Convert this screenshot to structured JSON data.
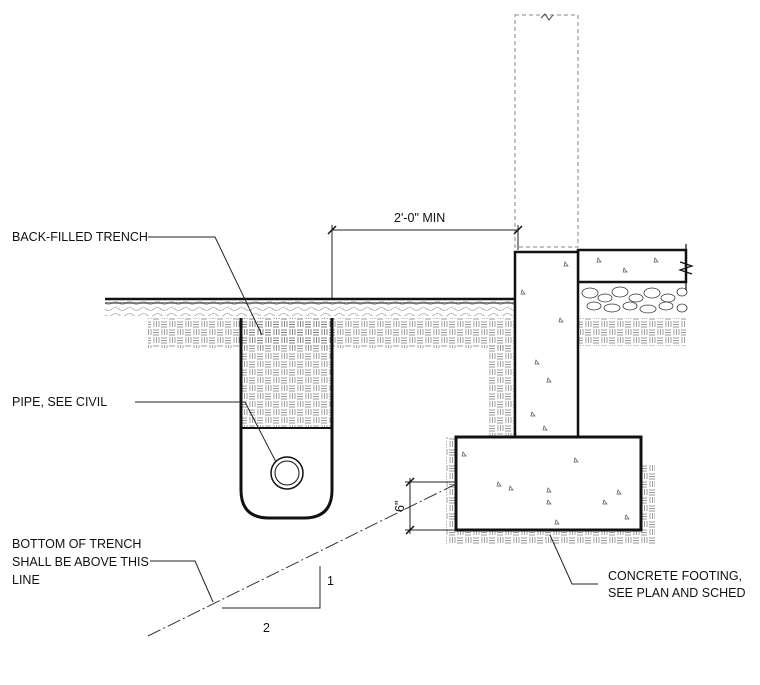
{
  "labels": {
    "back_filled_trench": "BACK-FILLED TRENCH",
    "pipe": "PIPE, SEE CIVIL",
    "bottom_line1": "BOTTOM OF TRENCH",
    "bottom_line2": "SHALL BE ABOVE THIS",
    "bottom_line3": "LINE",
    "footing_line1": "CONCRETE FOOTING,",
    "footing_line2": "SEE PLAN AND SCHED",
    "dim_min": "2'-0\" MIN",
    "dim_six": "6\"",
    "slope_rise": "1",
    "slope_run": "2"
  },
  "colors": {
    "line": "#111111",
    "hatch": "#666666",
    "background": "#ffffff"
  }
}
